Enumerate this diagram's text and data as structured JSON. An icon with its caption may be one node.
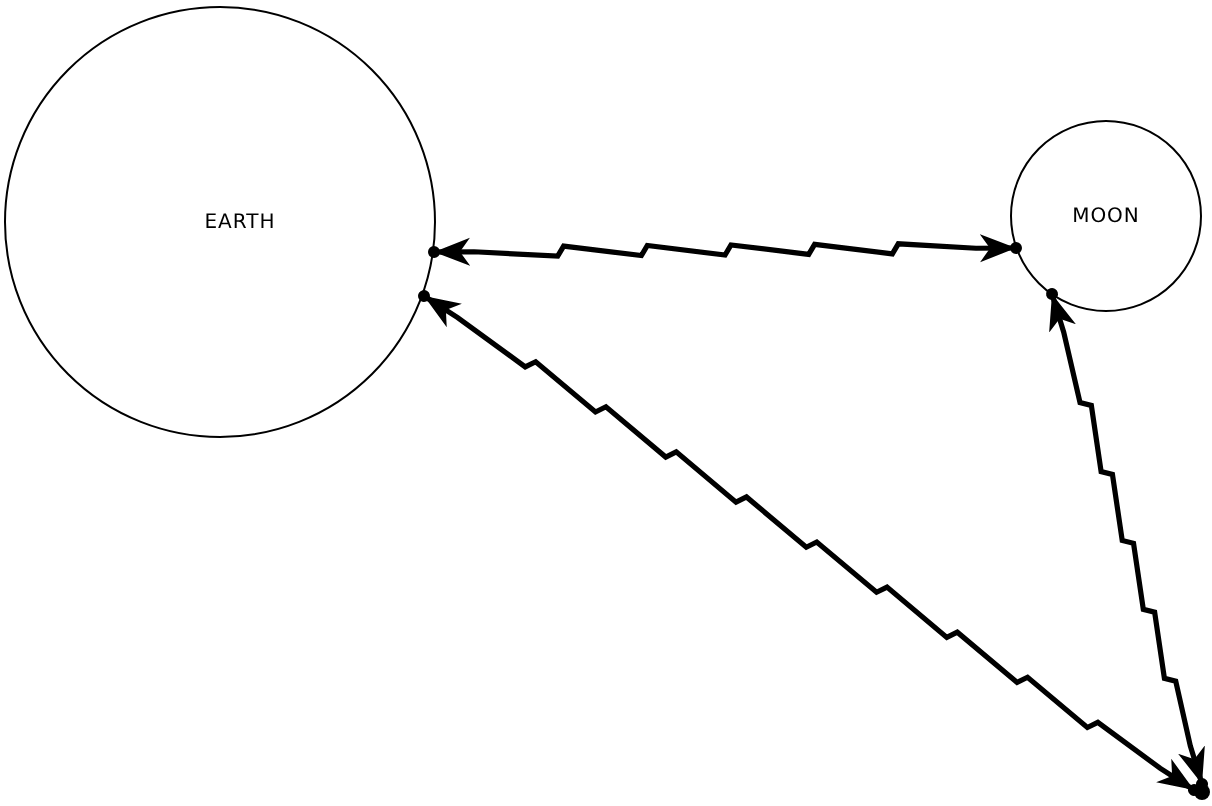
{
  "diagram": {
    "nodes": [
      {
        "text": [
          "EARTH"
        ]
      },
      {
        "text": [
          "MOON"
        ]
      },
      {
        "text": [],
        "shape": "dot"
      }
    ],
    "edges": [
      {
        "from": 0,
        "to": 1,
        "arrow": "both"
      },
      {
        "from": 0,
        "to": 2,
        "arrow": "both"
      },
      {
        "from": 1,
        "to": 2,
        "arrow": "both"
      }
    ]
  }
}
